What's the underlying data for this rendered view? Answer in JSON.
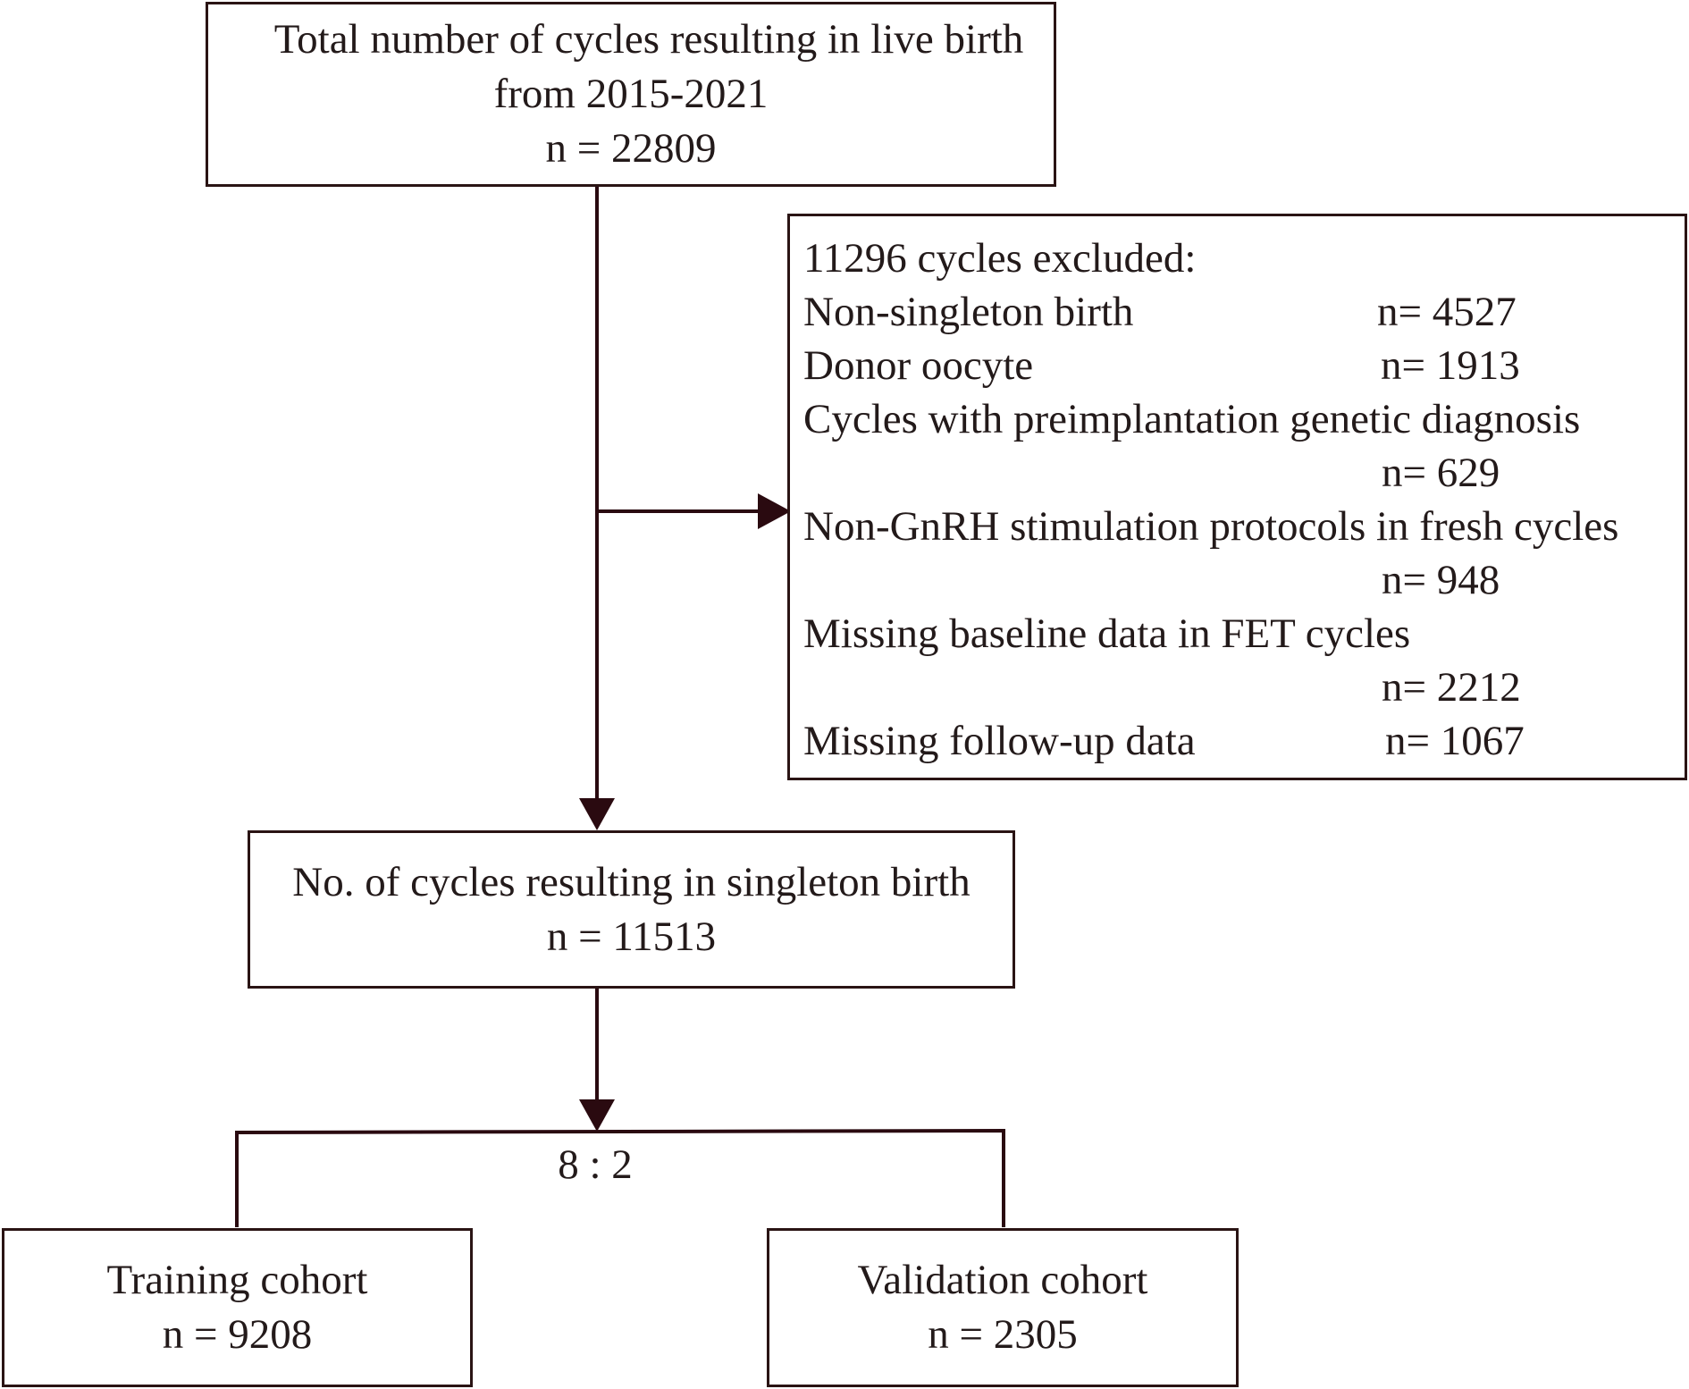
{
  "total_box": {
    "line1": "Total number of cycles resulting in live birth",
    "line2": "from 2015-2021",
    "count": "n = 22809"
  },
  "excluded_box": {
    "header": "11296 cycles excluded:",
    "items": [
      {
        "label": "Non-singleton birth",
        "value": "n= 4527"
      },
      {
        "label": "Donor oocyte",
        "value": "n= 1913"
      },
      {
        "label": "Cycles with preimplantation genetic diagnosis",
        "value": "n= 629"
      },
      {
        "label": "Non-GnRH stimulation protocols in fresh cycles",
        "value": "n= 948"
      },
      {
        "label": "Missing baseline data in FET cycles",
        "value": "n= 2212"
      },
      {
        "label": "Missing follow-up data",
        "value": "n= 1067"
      }
    ]
  },
  "singleton_box": {
    "line1": "No. of cycles resulting in singleton birth",
    "count": "n = 11513"
  },
  "split": {
    "ratio": "8 : 2"
  },
  "training_box": {
    "label": "Training cohort",
    "count": "n = 9208"
  },
  "validation_box": {
    "label": "Validation cohort",
    "count": "n = 2305"
  },
  "colors": {
    "line": "#2a0a10",
    "border": "#2a1414",
    "text": "#231a1a"
  }
}
